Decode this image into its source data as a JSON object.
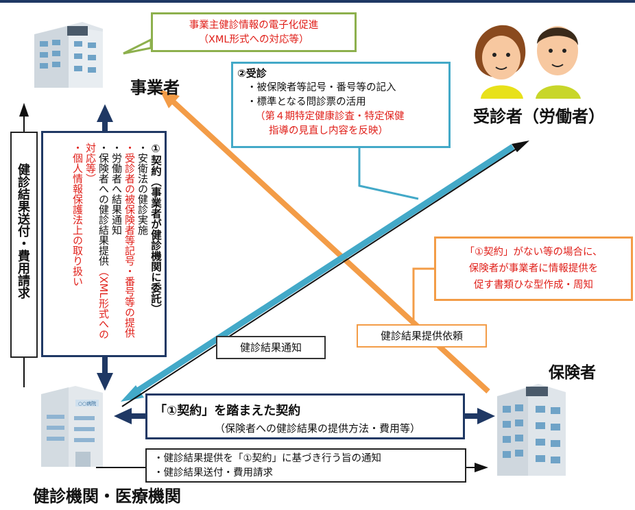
{
  "labels": {
    "employer": "事業者",
    "examinee": "受診者（労働者）",
    "insurer": "保険者",
    "clinic": "健診機関・医療機関",
    "clinic_sign": "○○病院"
  },
  "green_box": {
    "line1": "事業主健診情報の電子化促進",
    "line2": "（XML形式への対応等）"
  },
  "blue_box": {
    "title": "②受診",
    "item1": "・被保険者等記号・番号等の記入",
    "item2": "・標準となる問診票の活用",
    "red1": "（第４期特定健康診査・特定保健",
    "red2": "指導の見直し内容を反映）"
  },
  "orange_box": {
    "line1": "「①契約」がない等の場合に、",
    "line2": "保険者が事業者に情報提供を",
    "line3": "促す書類ひな型作成・周知"
  },
  "contract1_box": {
    "title": "①契約（事業者が健診機関に委託）",
    "item1": "・安衛法の健診実施",
    "item2_red": "・受診者の被保険者等記号・番号等の提供",
    "item3": "・労働者へ結果通知",
    "item4": "・保険者への健診結果提供",
    "item4_red": "（XML形式への対応等）",
    "item5_red": "・個人情報保護法上の取り扱い"
  },
  "side_box": "健診結果送付・費用請求",
  "result_notice_label": "健診結果通知",
  "result_request_label": "健診結果提供依頼",
  "contract_box": {
    "title": "「①契約」を踏まえた契約",
    "subtitle": "（保険者への健診結果の提供方法・費用等）"
  },
  "notice_box": {
    "item1": "・健診結果提供を「①契約」に基づき行う旨の通知",
    "item2": "・健診結果送付・費用請求"
  },
  "colors": {
    "navy": "#1f3864",
    "teal": "#43a9c8",
    "orange": "#f39c47",
    "green": "#8db04d",
    "red_text": "#e0201a"
  }
}
